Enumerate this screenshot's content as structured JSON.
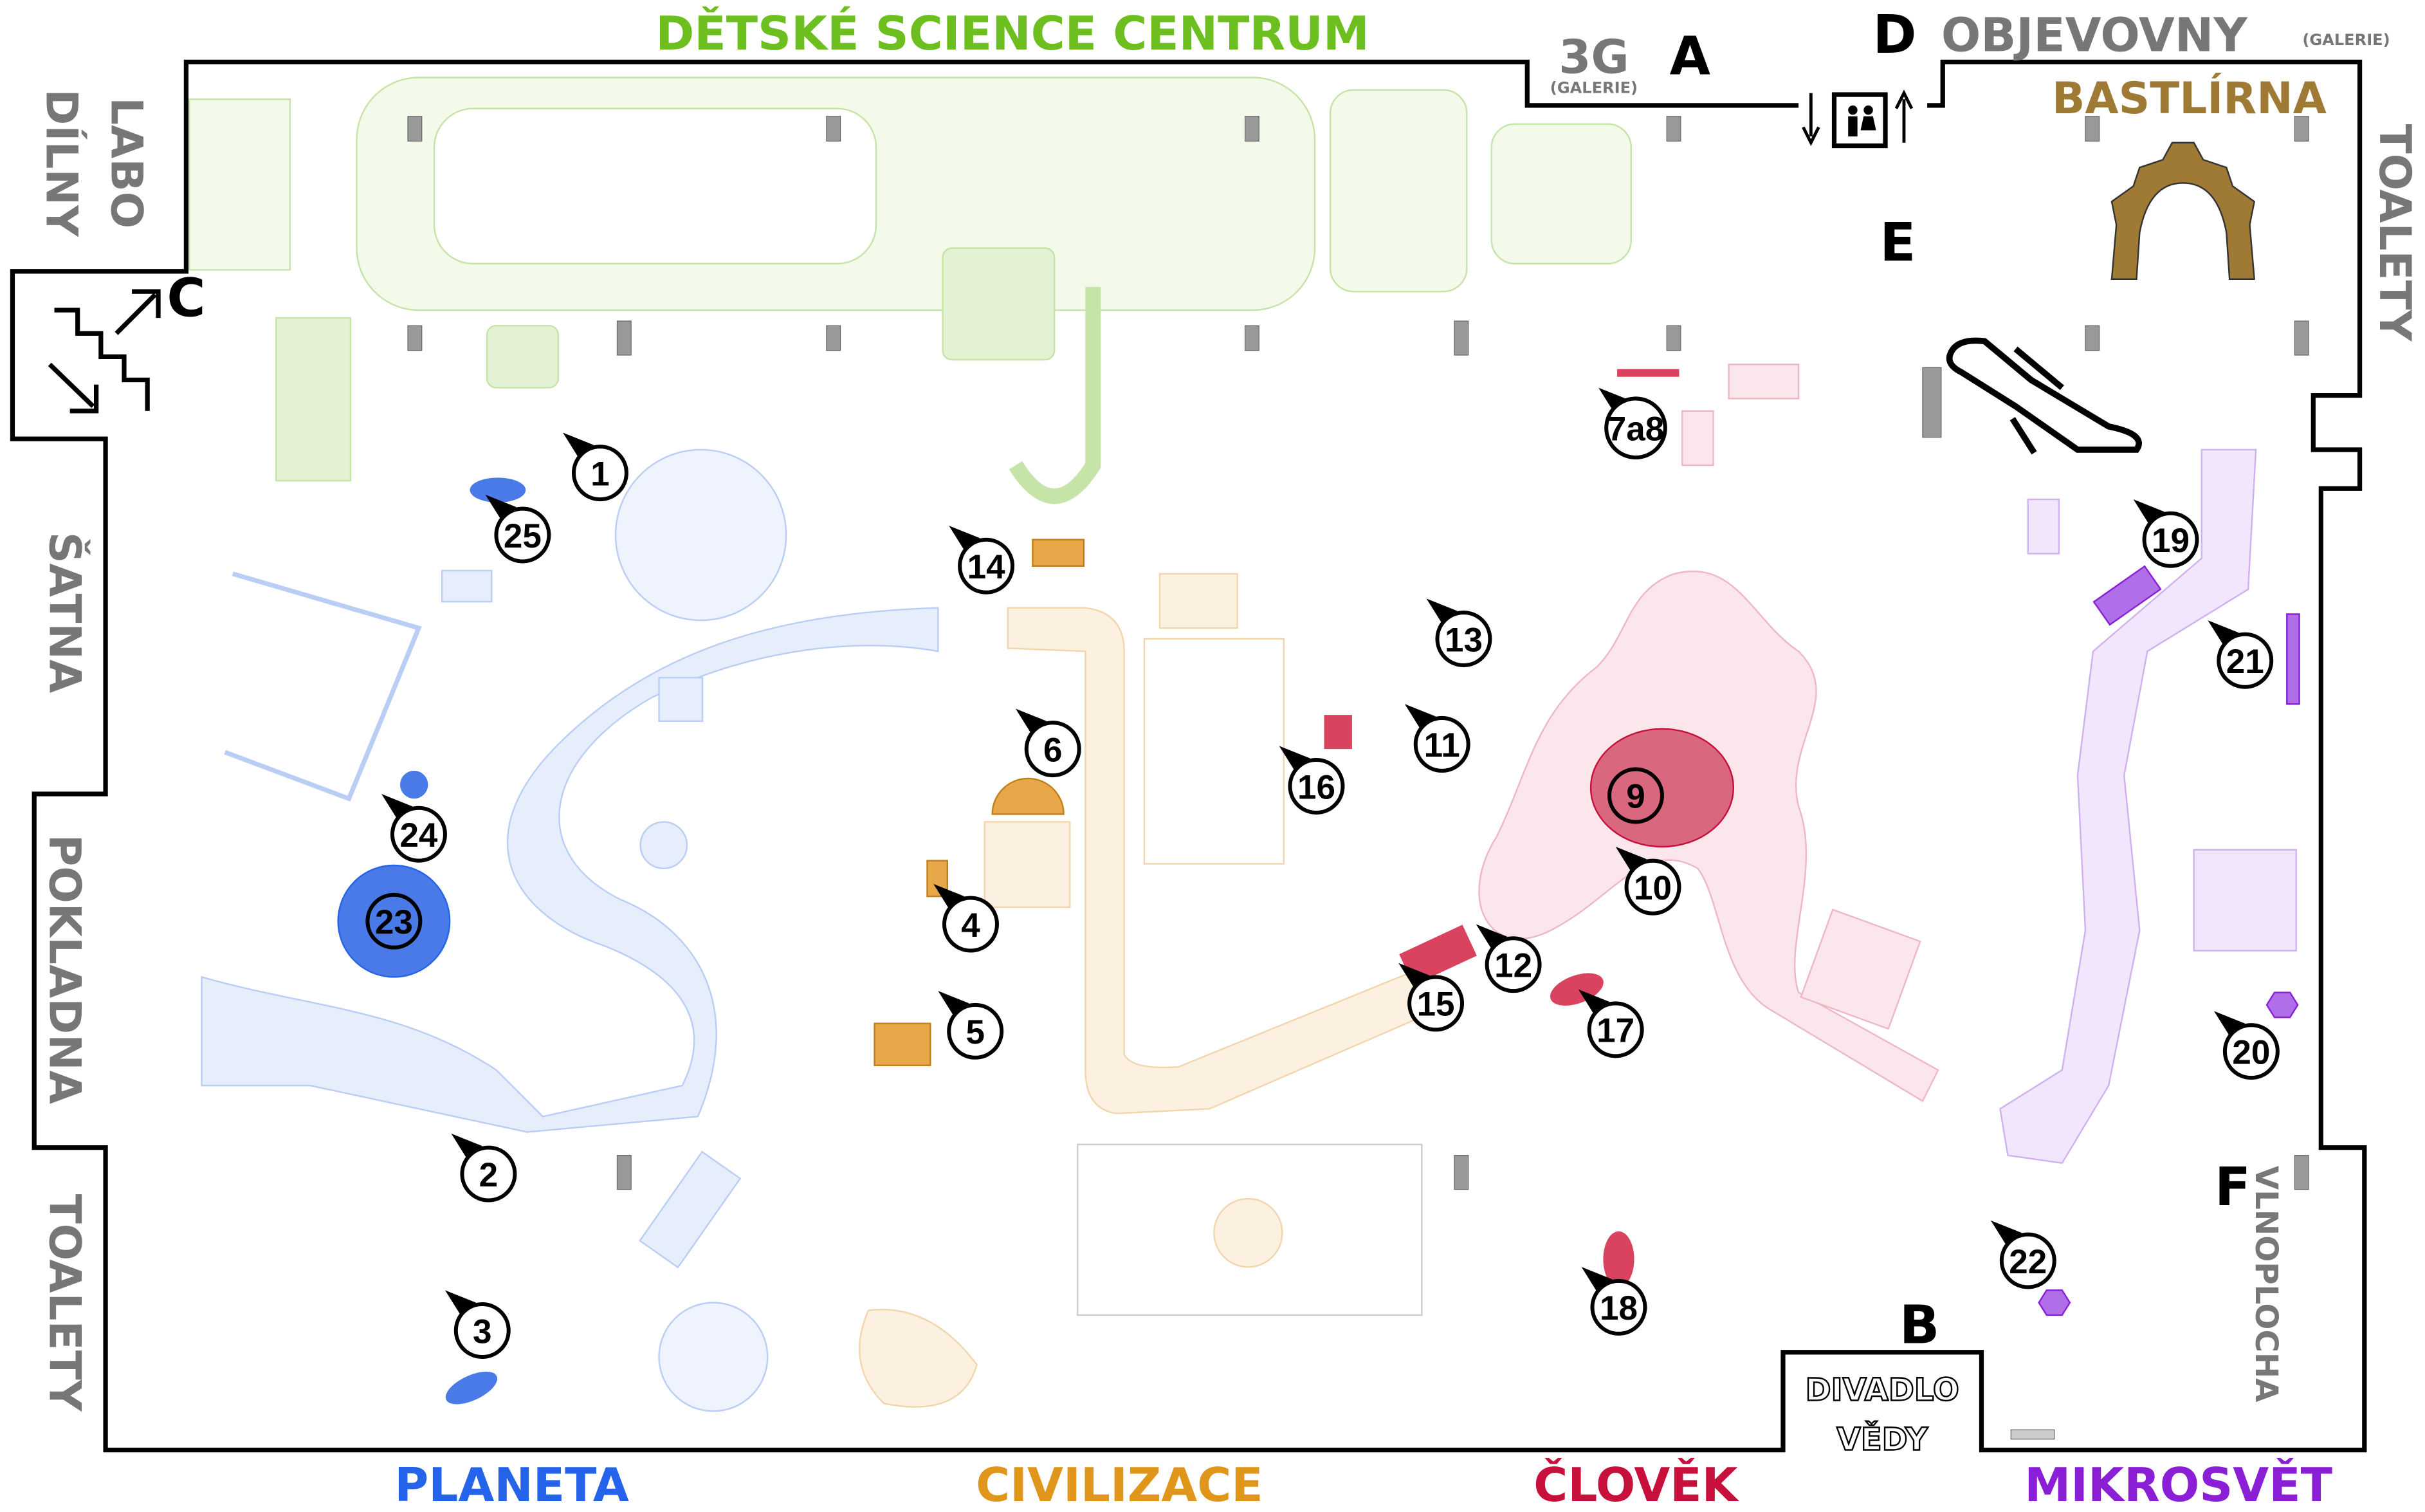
{
  "zones": {
    "top": "DĚTSKÉ SCIENCE CENTRUM",
    "g3": "3G",
    "g3_sub": "(GALERIE)",
    "objevovny": "OBJEVOVNY",
    "objevovny_sub": "(GALERIE)",
    "bastlirna": "BASTLÍRNA",
    "toalety_right": "TOALETY",
    "labo": "LABO",
    "dilny": "DÍLNY",
    "satna": "ŠATNA",
    "pokladna": "POKLADNA",
    "toalety_left": "TOALETY",
    "planeta": "PLANETA",
    "civilizace": "CIVILIZACE",
    "clovek": "ČLOVĚK",
    "mikrosvet": "MIKROSVĚT",
    "divadlo": "DIVADLO",
    "vedy": "VĚDY",
    "vlnoplocha": "VLNOPLOCHA"
  },
  "entrances": [
    "A",
    "B",
    "C",
    "D",
    "E",
    "F"
  ],
  "markers": [
    "1",
    "2",
    "3",
    "4",
    "5",
    "6",
    "7a8",
    "9",
    "10",
    "11",
    "12",
    "13",
    "14",
    "15",
    "16",
    "17",
    "18",
    "19",
    "20",
    "21",
    "22",
    "23",
    "24",
    "25"
  ],
  "colors": {
    "dsc": "#6cbf1e",
    "planeta": "#2563eb",
    "civilizace": "#e0961a",
    "clovek": "#c8103c",
    "mikrosvet": "#8a1fd6",
    "bastlirna": "#9e7a35",
    "gray": "#777777"
  }
}
